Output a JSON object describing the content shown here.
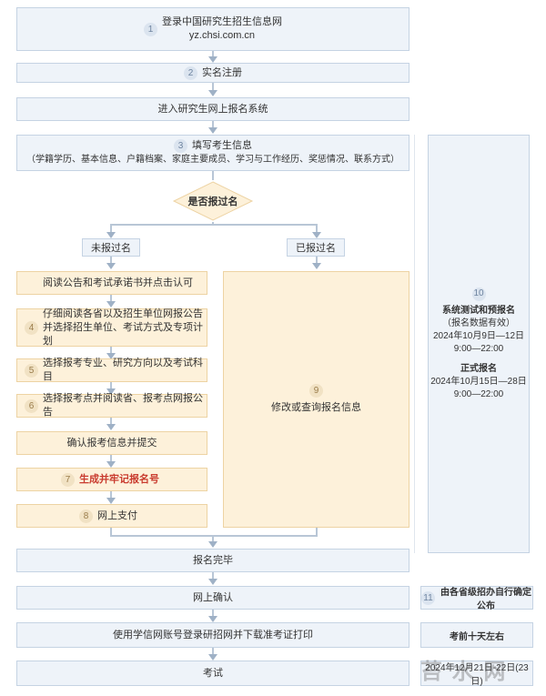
{
  "steps": {
    "s1": {
      "num": "1",
      "line1": "登录中国研究生招生信息网",
      "line2": "yz.chsi.com.cn"
    },
    "s2": {
      "num": "2",
      "label": "实名注册"
    },
    "s3": {
      "label": "进入研究生网上报名系统"
    },
    "s4": {
      "num": "3",
      "line1": "填写考生信息",
      "line2": "（学籍学历、基本信息、户籍档案、家庭主要成员、学习与工作经历、奖惩情况、联系方式）"
    },
    "decision": {
      "label": "是否报过名"
    },
    "branch_no": {
      "label": "未报过名"
    },
    "branch_yes": {
      "label": "已报过名"
    },
    "left": [
      {
        "num": "",
        "line1": "阅读公告和考试承诺书并点击认可",
        "line2": ""
      },
      {
        "num": "4",
        "line1": "仔细阅读各省以及招生单位网报公告",
        "line2": "并选择招生单位、考试方式及专项计划"
      },
      {
        "num": "5",
        "line1": "选择报考专业、研究方向以及考试科目",
        "line2": ""
      },
      {
        "num": "6",
        "line1": "选择报考点并阅读省、报考点网报公告",
        "line2": ""
      },
      {
        "num": "",
        "line1": "确认报考信息并提交",
        "line2": ""
      },
      {
        "num": "7",
        "line1": "生成并牢记报名号",
        "line2": ""
      },
      {
        "num": "8",
        "line1": "网上支付",
        "line2": ""
      }
    ],
    "right": {
      "num": "9",
      "label": "修改或查询报名信息"
    },
    "done": {
      "label": "报名完毕"
    },
    "confirm": {
      "label": "网上确认"
    },
    "print": {
      "label": "使用学信网账号登录研招网并下载准考证打印"
    },
    "exam": {
      "label": "考试"
    }
  },
  "side": {
    "num10": "10",
    "test_title": "系统测试和预报名",
    "test_note": "（报名数据有效）",
    "test_date": "2024年10月9日—12日",
    "test_time": "9:00—22:00",
    "formal_title": "正式报名",
    "formal_date": "2024年10月15日—28日",
    "formal_time": "9:00—22:00",
    "num11": "11",
    "confirm_note": "由各省级招办自行确定公布",
    "print_note": "考前十天左右",
    "exam_date": "2024年12月21日-22日(23日)"
  },
  "watermark": "苔 水 网"
}
